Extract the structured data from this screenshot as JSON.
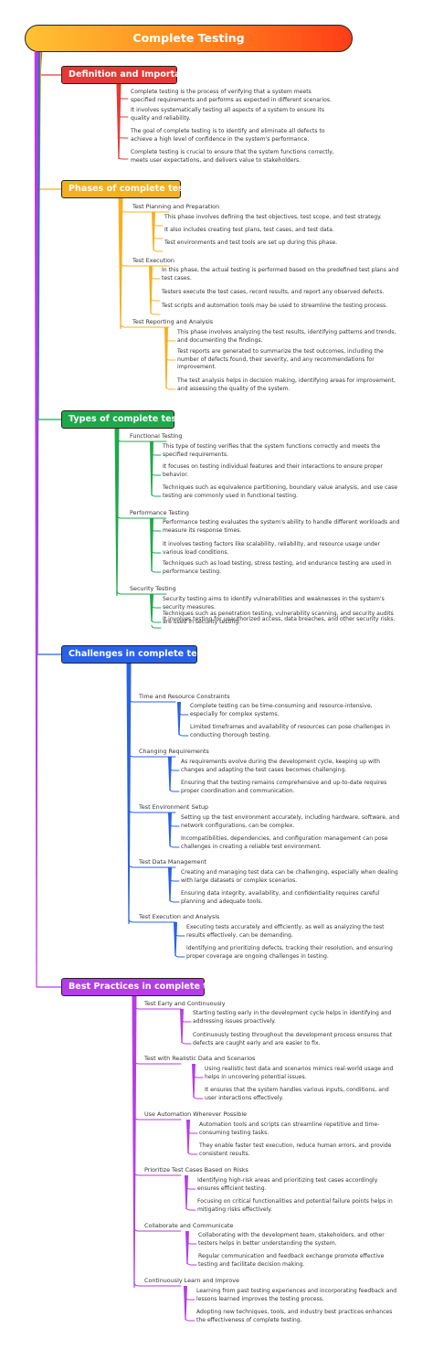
{
  "root": "Complete Testing",
  "colors": {
    "red": "#e53935",
    "orange": "#f5b021",
    "green": "#1fa84a",
    "blue": "#2962e6",
    "purple": "#b53de6"
  },
  "sections": [
    {
      "title": "Definition and Importance",
      "color": "red",
      "items": [
        "Complete testing is the process of verifying that a system meets specified requirements and performs as expected in different scenarios.",
        "It involves systematically testing all aspects of a system to ensure its quality and reliability.",
        "The goal of complete testing is to identify and eliminate all defects to achieve a high level of confidence in the system's performance.",
        "Complete testing is crucial to ensure that the system functions correctly, meets user expectations, and delivers value to stakeholders."
      ]
    },
    {
      "title": "Phases of complete testing",
      "color": "orange",
      "subs": [
        {
          "label": "Test Planning and Preparation",
          "items": [
            "This phase involves defining the test objectives, test scope, and test strategy.",
            "It also includes creating test plans, test cases, and test data.",
            "Test environments and test tools are set up during this phase."
          ]
        },
        {
          "label": "Test Execution",
          "items": [
            "In this phase, the actual testing is performed based on the predefined test plans and test cases.",
            "Testers execute the test cases, record results, and report any observed defects.",
            "Test scripts and automation tools may be used to streamline the testing process."
          ]
        },
        {
          "label": "Test Reporting and Analysis",
          "items": [
            "This phase involves analyzing the test results, identifying patterns and trends, and documenting the findings.",
            "Test reports are generated to summarize the test outcomes, including the number of defects found, their severity, and any recommendations for improvement.",
            "The test analysis helps in decision making, identifying areas for improvement, and assessing the quality of the system."
          ]
        }
      ]
    },
    {
      "title": "Types of complete testing",
      "color": "green",
      "subs": [
        {
          "label": "Functional Testing",
          "items": [
            "This type of testing verifies that the system functions correctly and meets the specified requirements.",
            "It focuses on testing individual features and their interactions to ensure proper behavior.",
            "Techniques such as equivalence partitioning, boundary value analysis, and use case testing are commonly used in functional testing."
          ]
        },
        {
          "label": "Performance Testing",
          "items": [
            "Performance testing evaluates the system's ability to handle different workloads and measure its response times.",
            "It involves testing factors like scalability, reliability, and resource usage under various load conditions.",
            "Techniques such as load testing, stress testing, and endurance testing are used in performance testing."
          ]
        },
        {
          "label": "Security Testing",
          "items": [
            "Security testing aims to identify vulnerabilities and weaknesses in the system's security measures.",
            "It involves testing for unauthorized access, data breaches, and other security risks.",
            "Techniques such as penetration testing, vulnerability scanning, and security audits are used in security testing."
          ]
        }
      ]
    },
    {
      "title": "Challenges in complete testing",
      "color": "blue",
      "subs": [
        {
          "label": "Time and Resource Constraints",
          "items": [
            "Complete testing can be time-consuming and resource-intensive, especially for complex systems.",
            "Limited timeframes and availability of resources can pose challenges in conducting thorough testing."
          ]
        },
        {
          "label": "Changing Requirements",
          "items": [
            "As requirements evolve during the development cycle, keeping up with changes and adapting the test cases becomes challenging.",
            "Ensuring that the testing remains comprehensive and up-to-date requires proper coordination and communication."
          ]
        },
        {
          "label": "Test Environment Setup",
          "items": [
            "Setting up the test environment accurately, including hardware, software, and network configurations, can be complex.",
            "Incompatibilities, dependencies, and configuration management can pose challenges in creating a reliable test environment."
          ]
        },
        {
          "label": "Test Data Management",
          "items": [
            "Creating and managing test data can be challenging, especially when dealing with large datasets or complex scenarios.",
            "Ensuring data integrity, availability, and confidentiality requires careful planning and adequate tools."
          ]
        },
        {
          "label": "Test Execution and Analysis",
          "items": [
            "Executing tests accurately and efficiently, as well as analyzing the test results effectively, can be demanding.",
            "Identifying and prioritizing defects, tracking their resolution, and ensuring proper coverage are ongoing challenges in testing."
          ]
        }
      ]
    },
    {
      "title": "Best Practices in complete testing",
      "color": "purple",
      "subs": [
        {
          "label": "Test Early and Continuously",
          "items": [
            "Starting testing early in the development cycle helps in identifying and addressing issues proactively.",
            "Continuously testing throughout the development process ensures that defects are caught early and are easier to fix."
          ]
        },
        {
          "label": "Test with Realistic Data and Scenarios",
          "items": [
            "Using realistic test data and scenarios mimics real-world usage and helps in uncovering potential issues.",
            "It ensures that the system handles various inputs, conditions, and user interactions effectively."
          ]
        },
        {
          "label": "Use Automation Wherever Possible",
          "items": [
            "Automation tools and scripts can streamline repetitive and time-consuming testing tasks.",
            "They enable faster test execution, reduce human errors, and provide consistent results."
          ]
        },
        {
          "label": "Prioritize Test Cases Based on Risks",
          "items": [
            "Identifying high-risk areas and prioritizing test cases accordingly ensures efficient testing.",
            "Focusing on critical functionalities and potential failure points helps in mitigating risks effectively."
          ]
        },
        {
          "label": "Collaborate and Communicate",
          "items": [
            "Collaborating with the development team, stakeholders, and other testers helps in better understanding the system.",
            "Regular communication and feedback exchange promote effective testing and facilitate decision making."
          ]
        },
        {
          "label": "Continuously Learn and Improve",
          "items": [
            "Learning from past testing experiences and incorporating feedback and lessons learned improves the testing process.",
            "Adopting new techniques, tools, and industry best practices enhances the effectiveness of complete testing."
          ]
        }
      ]
    }
  ]
}
